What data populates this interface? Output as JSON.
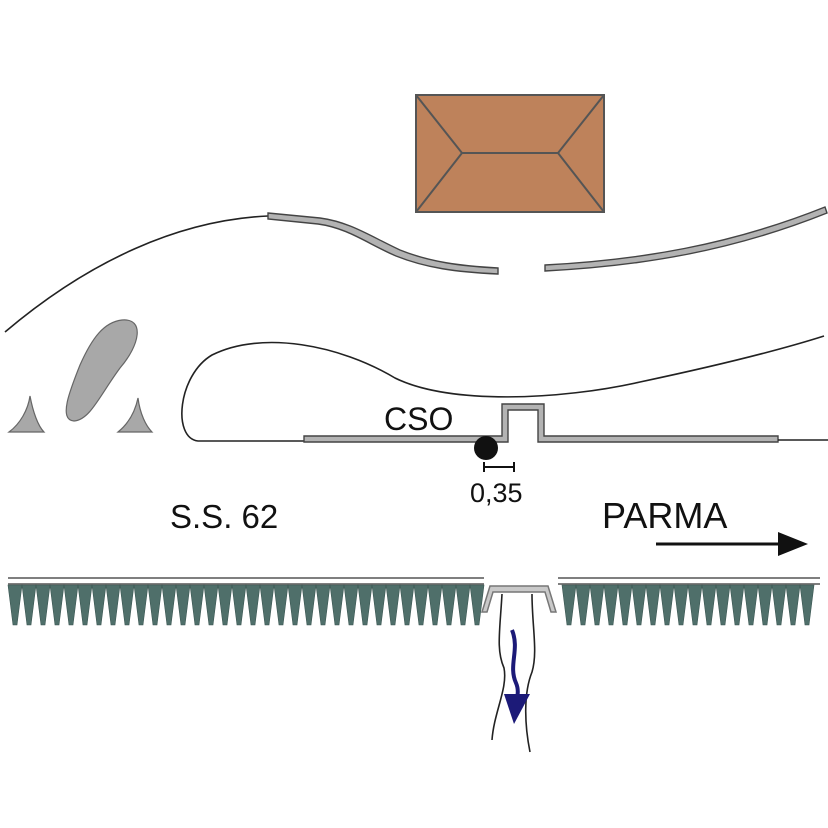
{
  "labels": {
    "cso": "CSO",
    "scale": "0,35",
    "road": "S.S. 62",
    "direction": "PARMA"
  },
  "colors": {
    "building_fill": "#be825b",
    "building_stroke": "#555555",
    "wall_fill": "#b3b3b3",
    "wall_stroke": "#444444",
    "tree_fill": "#a8a8a8",
    "fence_fill": "#4f6f6a",
    "water_arrow": "#1c1a78",
    "outline": "#222222"
  },
  "icons": {
    "site_marker": "filled-circle",
    "direction_arrow": "right-arrow",
    "water_flow": "down-arrow"
  }
}
